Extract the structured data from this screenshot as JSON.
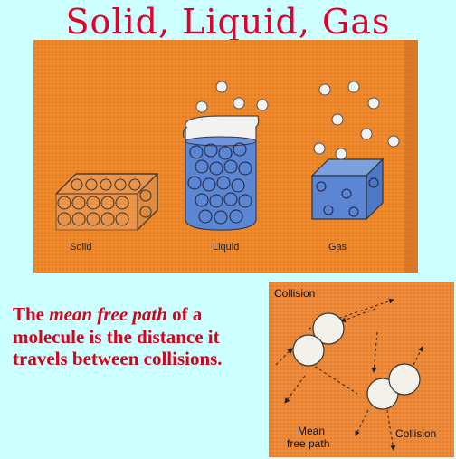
{
  "title": "Solid, Liquid, Gas",
  "states_panel": {
    "labels": {
      "solid": "Solid",
      "liquid": "Liquid",
      "gas": "Gas"
    },
    "background_color": "#f08a2a",
    "water_color": "#5a86d4"
  },
  "caption": {
    "part1": "The ",
    "em": "mean free path",
    "part2": " of a molecule is the distance it travels between collisions."
  },
  "collision_panel": {
    "label_top": "Collision",
    "label_bottom_right": "Collision",
    "label_path_line1": "Mean",
    "label_path_line2": "free path"
  },
  "colors": {
    "title": "#e0002a",
    "caption": "#d8001a",
    "page_bg": "#ccffff"
  }
}
